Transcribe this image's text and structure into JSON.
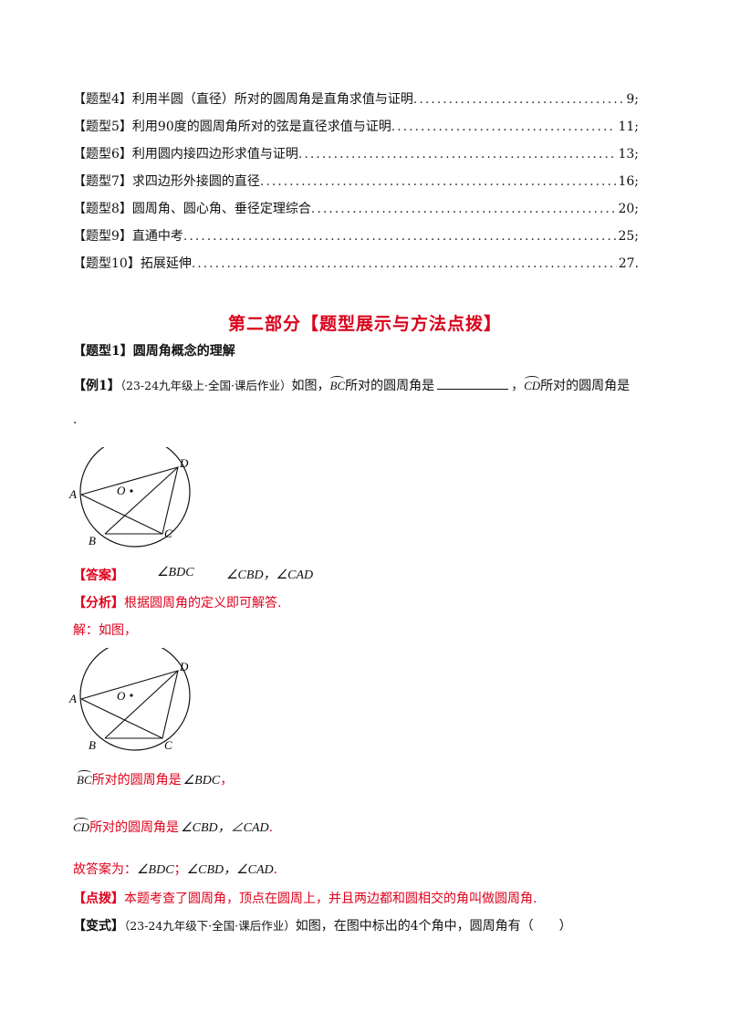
{
  "toc": [
    {
      "tag": "【题型4】",
      "title": "利用半圆（直径）所对的圆周角是直角求值与证明",
      "page": "9;"
    },
    {
      "tag": "【题型5】",
      "title": "利用90度的圆周角所对的弦是直径求值与证明",
      "page": "11;"
    },
    {
      "tag": "【题型6】",
      "title": "利用圆内接四边形求值与证明",
      "page": "13;"
    },
    {
      "tag": "【题型7】",
      "title": "求四边形外接圆的直径",
      "page": "16;"
    },
    {
      "tag": "【题型8】",
      "title": "圆周角、圆心角、垂径定理综合",
      "page": "20;"
    },
    {
      "tag": "【题型9】",
      "title": "直通中考",
      "page": "25;"
    },
    {
      "tag": "【题型10】",
      "title": "拓展延伸",
      "page": "27."
    }
  ],
  "section_title": "第二部分【题型展示与方法点拨】",
  "type1_heading": "【题型1】圆周角概念的理解",
  "example1": {
    "tag": "【例1】",
    "source": "（23-24九年级上·全国·课后作业）",
    "text_a": "如图，",
    "arc1": "BC",
    "text_b": "所对的圆周角是",
    "text_c": "，",
    "arc2": "CD",
    "text_d": "所对的圆周角是",
    "trailing": "."
  },
  "figure": {
    "labels": {
      "A": "A",
      "B": "B",
      "C": "C",
      "D": "D",
      "O": "O"
    }
  },
  "answer": {
    "tag": "【答案】",
    "val1": "∠BDC",
    "val2": "∠CBD，∠CAD"
  },
  "analysis": {
    "tag": "【分析】",
    "text": "根据圆周角的定义即可解答."
  },
  "solution": {
    "intro": "解：如图，",
    "arc1": "BC",
    "line1_text": "所对的圆周角是",
    "line1_val": "∠BDC",
    "line1_end": "，",
    "arc2": "CD",
    "line2_text": "所对的圆周角是",
    "line2_val": "∠CBD，∠CAD",
    "line2_end": ".",
    "final_text": "故答案为：",
    "final_val1": "∠BDC",
    "final_sep": "；",
    "final_val2": "∠CBD，∠CAD",
    "final_end": "."
  },
  "tip": {
    "tag": "【点拨】",
    "text": "本题考查了圆周角，顶点在圆周上，并且两边都和圆相交的角叫做圆周角."
  },
  "variant": {
    "tag": "【变式】",
    "source": "（23-24九年级下·全国·课后作业）",
    "text": "如图，在图中标出的4个角中，圆周角有（　　）"
  }
}
